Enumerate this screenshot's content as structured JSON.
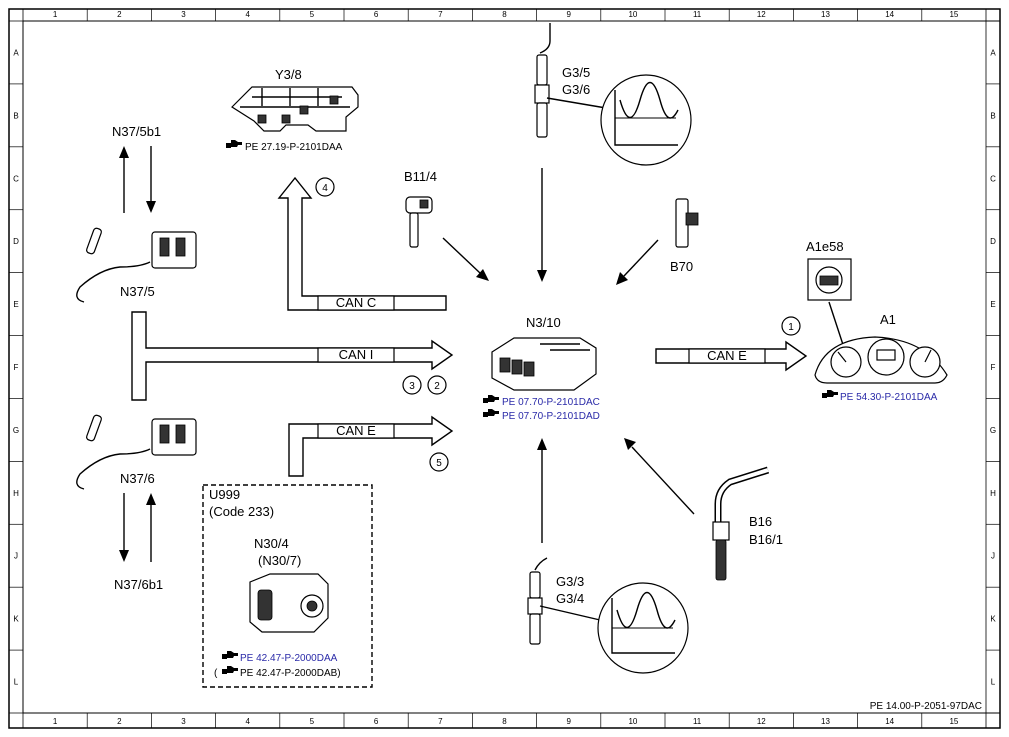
{
  "grid": {
    "columns": [
      "1",
      "2",
      "3",
      "4",
      "5",
      "6",
      "7",
      "8",
      "9",
      "10",
      "11",
      "12",
      "13",
      "14",
      "15"
    ],
    "rows": [
      "A",
      "B",
      "C",
      "D",
      "E",
      "F",
      "G",
      "H",
      "J",
      "K",
      "L"
    ]
  },
  "components": {
    "y3_8": "Y3/8",
    "n37_5b1": "N37/5b1",
    "n37_5": "N37/5",
    "n37_6": "N37/6",
    "n37_6b1": "N37/6b1",
    "b11_4": "B11/4",
    "g3_5": "G3/5",
    "g3_6": "G3/6",
    "b70": "B70",
    "a1e58": "A1e58",
    "a1": "A1",
    "n3_10": "N3/10",
    "b16": "B16",
    "b16_1": "B16/1",
    "g3_3": "G3/3",
    "g3_4": "G3/4",
    "u999": "U999",
    "u999_code": "(Code 233)",
    "n30_4": "N30/4",
    "n30_7": "(N30/7)"
  },
  "buses": {
    "can_c": "CAN C",
    "can_i": "CAN I",
    "can_e_lower": "CAN E",
    "can_e_right": "CAN E"
  },
  "markers": {
    "m1": "1",
    "m2": "2",
    "m3": "3",
    "m4": "4",
    "m5": "5"
  },
  "references": {
    "y3_8": "PE 27.19-P-2101DAA",
    "n3_10_a": "PE 07.70-P-2101DAC",
    "n3_10_b": "PE 07.70-P-2101DAD",
    "a1": "PE 54.30-P-2101DAA",
    "n30_a": "PE 42.47-P-2000DAA",
    "n30_b_open": "(",
    "n30_b": "PE 42.47-P-2000DAB)",
    "sheet": "PE 14.00-P-2051-97DAC"
  },
  "colors": {
    "link": "#2a2aa8",
    "line": "#000000"
  }
}
